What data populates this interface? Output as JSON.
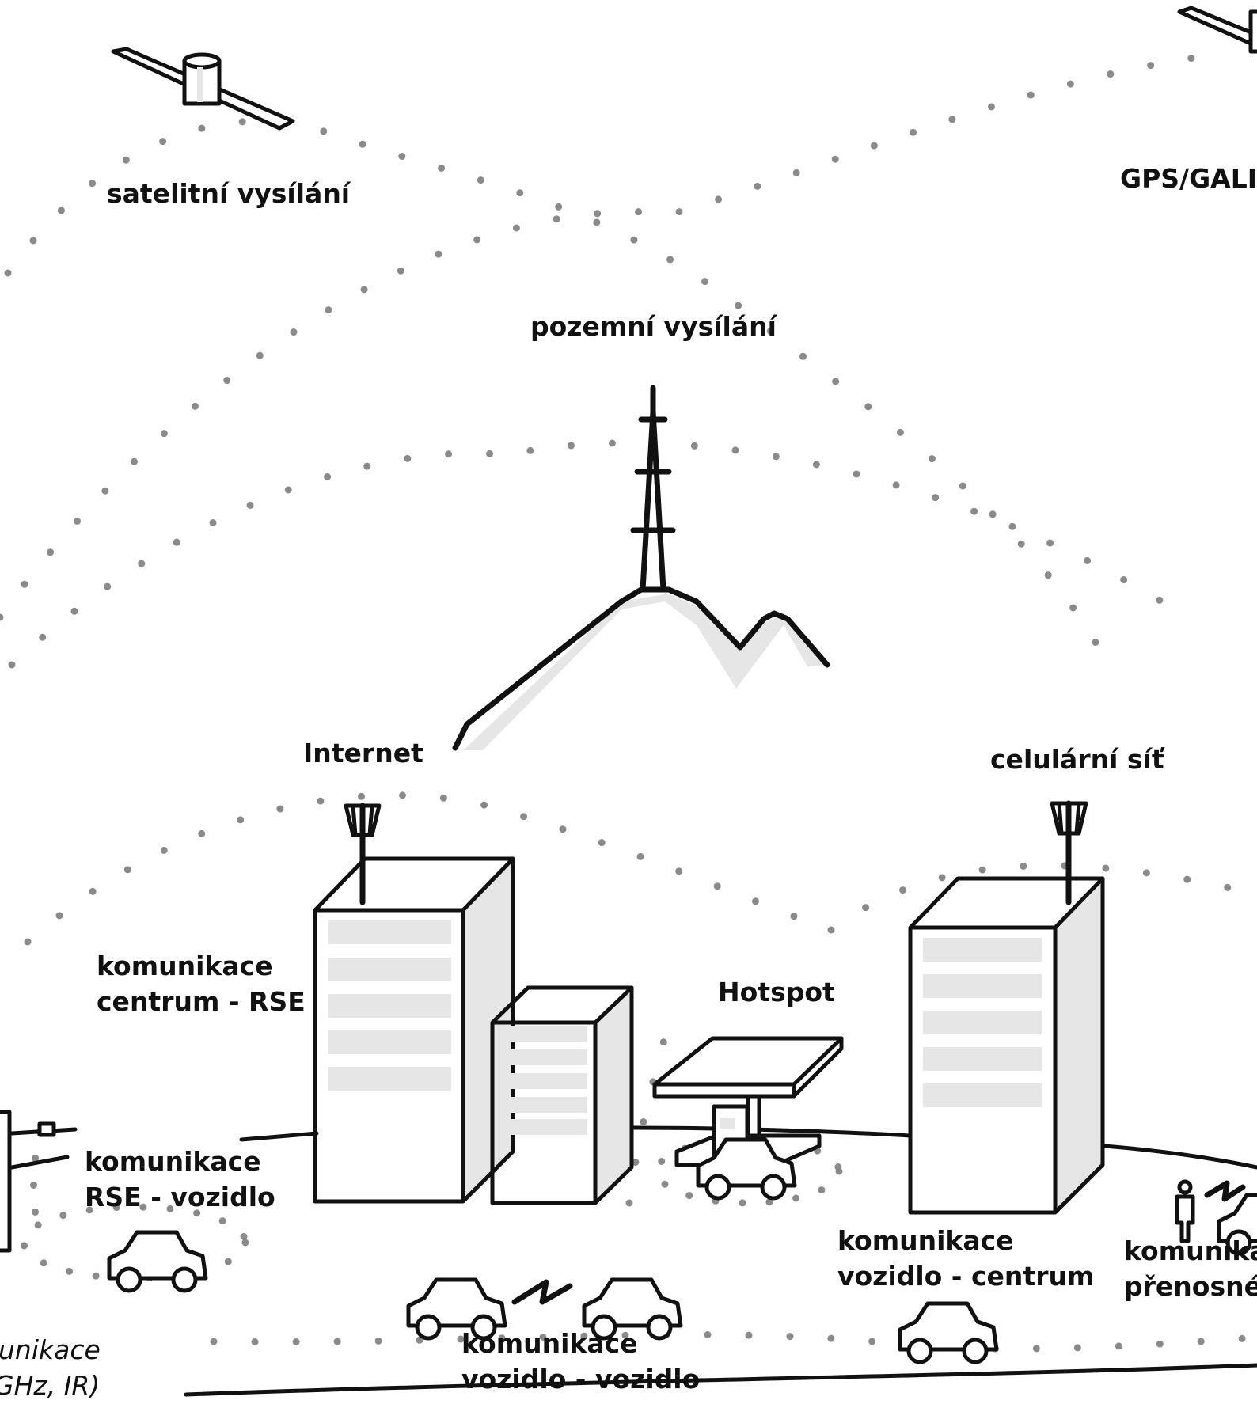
{
  "labels": {
    "satellite": "satelitní vysílání",
    "gps": "GPS/GALI",
    "terrestrial": "pozemní vysílání",
    "internet": "Internet",
    "cellular": "celulární síť",
    "center_rse_1": "komunikace",
    "center_rse_2": "centrum - RSE",
    "hotspot": "Hotspot",
    "rse_vehicle_1": "komunikace",
    "rse_vehicle_2": "RSE - vozidlo",
    "vehicle_center_1": "komunikace",
    "vehicle_center_2": "vozidlo - centrum",
    "portable_1": "komunika",
    "portable_2": "přenosné",
    "v2v_1": "komunikace",
    "v2v_2": "vozidlo - vozidlo",
    "short_range_1": "unikace",
    "short_range_2": "GHz, IR)"
  },
  "icons": [
    "satellite-icon",
    "satellite-icon",
    "transmission-tower-icon",
    "mountain-icon",
    "antenna-icon",
    "antenna-icon",
    "building-icon",
    "building-icon",
    "building-icon",
    "hotspot-canopy-icon",
    "car-icon",
    "person-icon",
    "lightning-link-icon",
    "roadside-unit-icon"
  ]
}
